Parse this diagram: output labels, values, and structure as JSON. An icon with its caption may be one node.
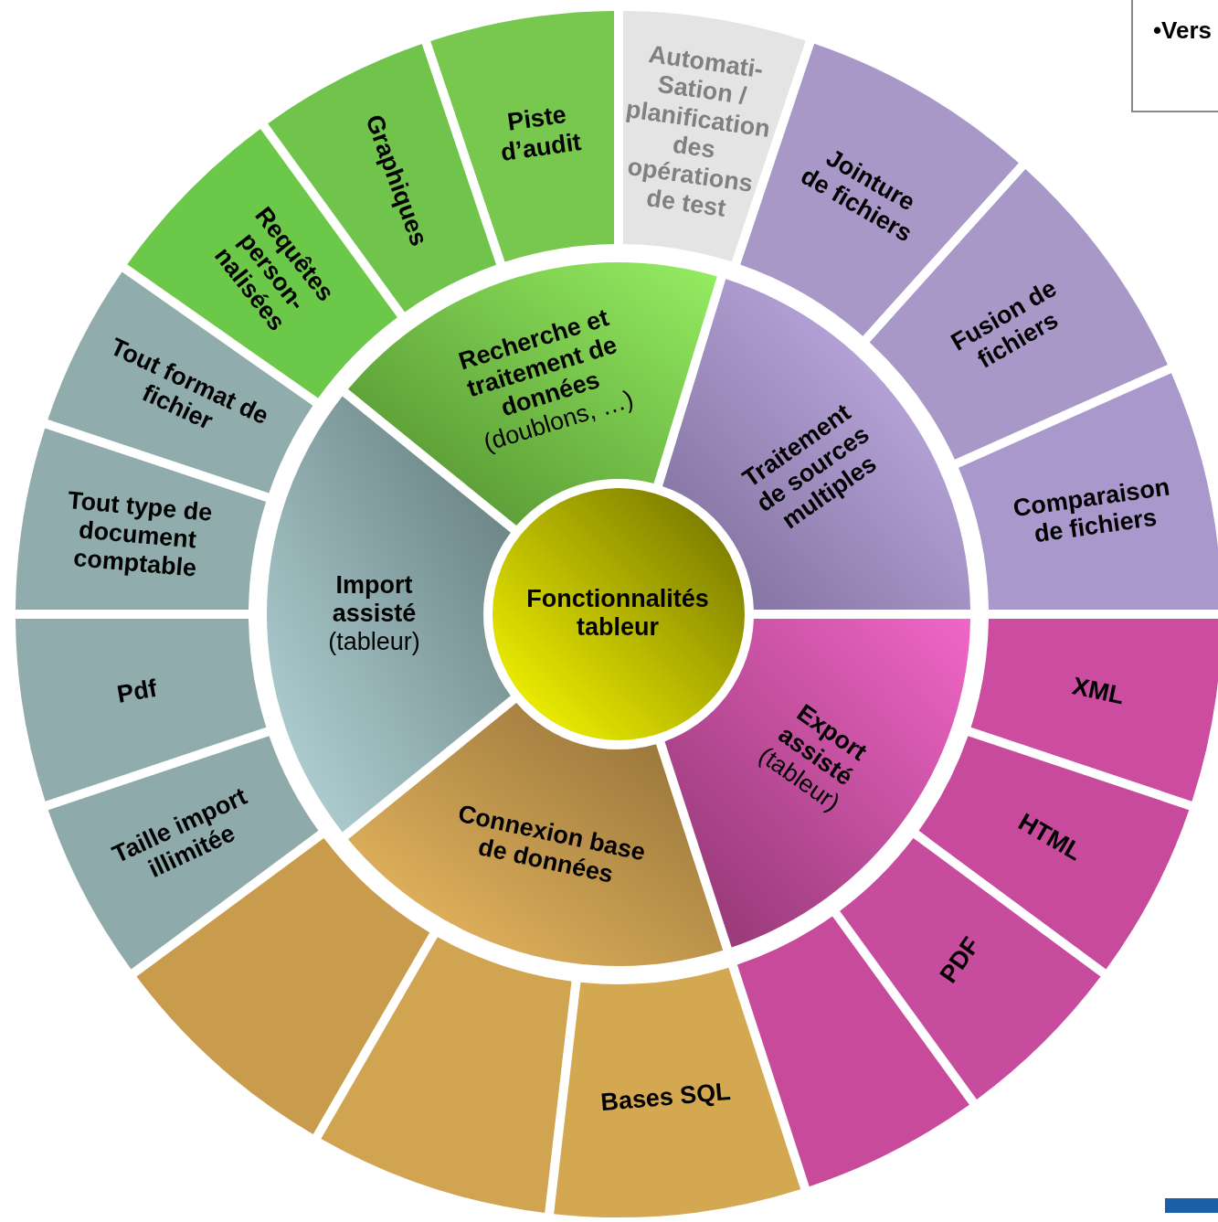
{
  "diagram": {
    "nodes": [
      {
        "text": [
          "Fonctionnalités tableur"
        ]
      },
      {
        "text": [
          "Recherche et traitement de données",
          "(doublons, …)"
        ]
      },
      {
        "text": [
          "Traitement de sources multiples"
        ]
      },
      {
        "text": [
          "Export assisté",
          "(tableur)"
        ]
      },
      {
        "text": [
          "Connexion base de données"
        ]
      },
      {
        "text": [
          "Import assisté",
          "(tableur)"
        ]
      },
      {
        "text": [
          "Requêtes person- nalisées"
        ]
      },
      {
        "text": [
          "Graphiques"
        ]
      },
      {
        "text": [
          "Piste d’audit"
        ]
      },
      {
        "text": [
          "Automati- Sation / planification des opérations de test"
        ]
      },
      {
        "text": [
          "Jointure de fichiers"
        ]
      },
      {
        "text": [
          "Fusion de fichiers"
        ]
      },
      {
        "text": [
          "Comparaison de fichiers"
        ]
      },
      {
        "text": [
          "XML"
        ]
      },
      {
        "text": [
          "HTML"
        ]
      },
      {
        "text": [
          "PDF"
        ]
      },
      {
        "text": [],
        "shape": "sector"
      },
      {
        "text": [
          "Bases SQL"
        ]
      },
      {
        "text": [],
        "shape": "sector"
      },
      {
        "text": [],
        "shape": "sector"
      },
      {
        "text": [
          "Taille import illimitée"
        ]
      },
      {
        "text": [
          "Pdf"
        ]
      },
      {
        "text": [
          "Tout type de document comptable"
        ]
      },
      {
        "text": [
          "Tout format de fichier"
        ]
      },
      {
        "text": [
          "•Vers"
        ]
      }
    ]
  }
}
